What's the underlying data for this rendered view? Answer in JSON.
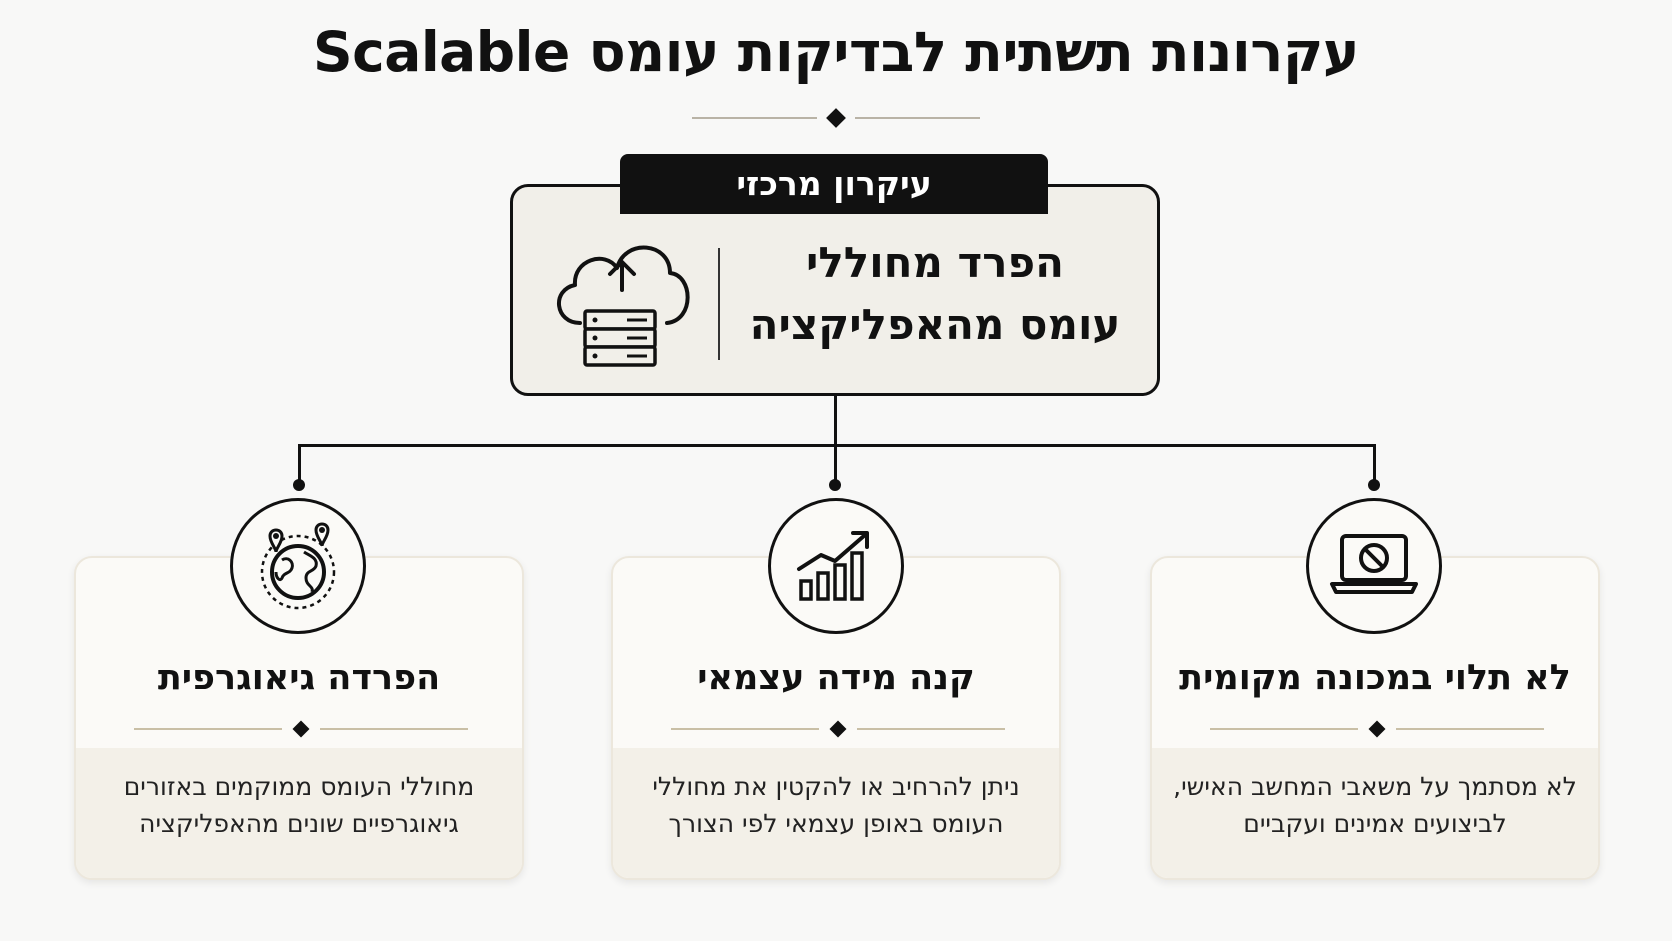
{
  "title": "עקרונות תשתית לבדיקות עומס Scalable",
  "central": {
    "tab_label": "עיקרון מרכזי",
    "line1": "הפרד מחוללי",
    "line2": "עומס מהאפליקציה",
    "icon": "cloud-server-upload-icon"
  },
  "cards": [
    {
      "title": "לא תלוי במכונה מקומית",
      "desc_line1": "לא מסתמך על משאבי המחשב האישי,",
      "desc_line2": "לביצועים אמינים ועקביים",
      "icon": "laptop-blocked-icon"
    },
    {
      "title": "קנה מידה עצמאי",
      "desc_line1": "ניתן להרחיב או להקטין את מחוללי",
      "desc_line2": "העומס באופן עצמאי לפי הצורך",
      "icon": "growth-chart-icon"
    },
    {
      "title": "הפרדה גיאוגרפית",
      "desc_line1": "מחוללי העומס ממוקמים באזורים",
      "desc_line2": "גיאוגרפיים שונים מהאפליקציה",
      "icon": "globe-pins-icon"
    }
  ]
}
